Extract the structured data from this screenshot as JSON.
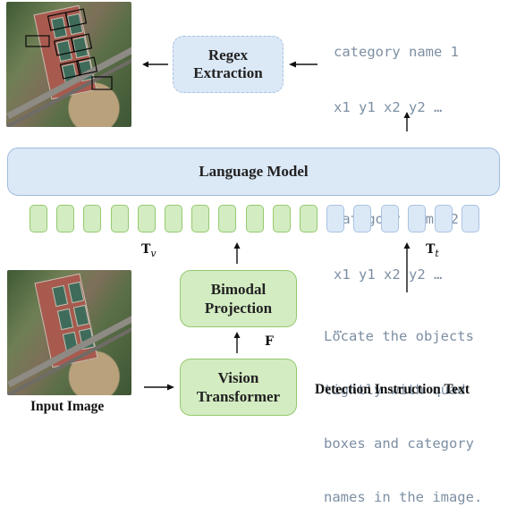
{
  "output_text": {
    "lines": [
      "category name 1",
      "x1 y1 x2 y2 …",
      "…",
      "category name 2",
      "x1 y1 x2 y2 …",
      "…"
    ]
  },
  "regex_box": {
    "label_line1": "Regex",
    "label_line2": "Extraction"
  },
  "language_model": {
    "label": "Language Model"
  },
  "tokens": {
    "visual_count": 11,
    "text_count": 6,
    "visual_symbol": "T",
    "visual_sub": "v",
    "text_symbol": "T",
    "text_sub": "t"
  },
  "bimodal_box": {
    "label_line1": "Bimodal",
    "label_line2": "Projection"
  },
  "feature_symbol": "F",
  "vision_box": {
    "label_line1": "Vision",
    "label_line2": "Transformer"
  },
  "input_image_label": "Input Image",
  "instruction": {
    "lines": [
      "Locate the objects",
      "tightly with quad",
      "boxes and category",
      "names in the image."
    ],
    "caption": "Detection Instruction Text"
  }
}
